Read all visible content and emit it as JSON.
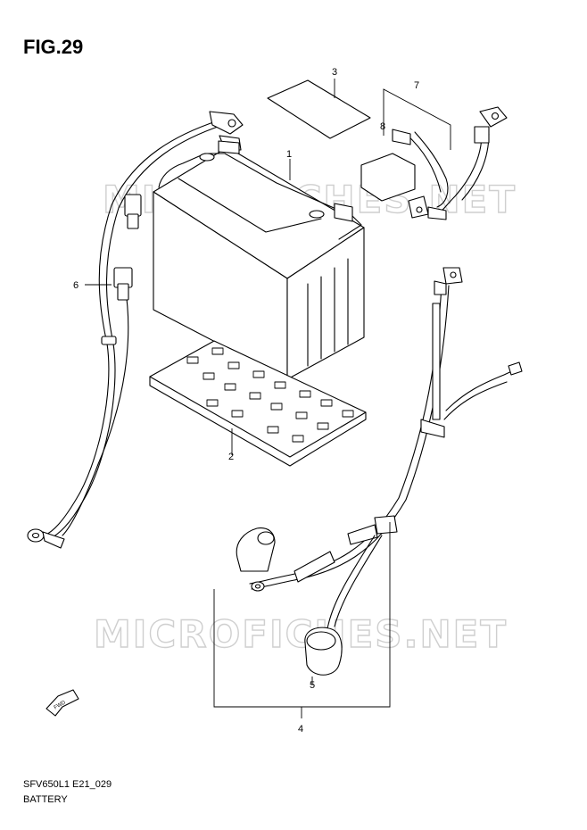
{
  "figure": {
    "title": "FIG.29"
  },
  "footer": {
    "code": "SFV650L1 E21_029",
    "caption": "BATTERY"
  },
  "watermark": {
    "text": "MICROFICHES.NET"
  },
  "callouts": [
    "1",
    "2",
    "3",
    "4",
    "5",
    "6",
    "7",
    "8"
  ],
  "fwd_arrow": {
    "label": "FWD"
  }
}
